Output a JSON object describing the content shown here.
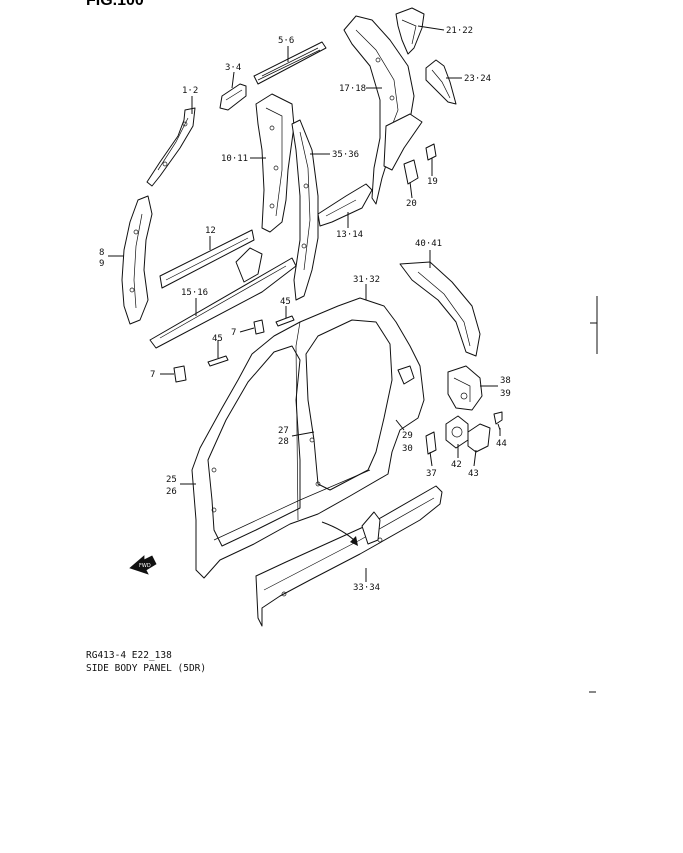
{
  "header": {
    "figure_title": "FIG.100"
  },
  "parts": [
    {
      "label": "1·2"
    },
    {
      "label": "3·4"
    },
    {
      "label": "5·6"
    },
    {
      "label": "21·22"
    },
    {
      "label": "23·24"
    },
    {
      "label": "17·18"
    },
    {
      "label": "10·11"
    },
    {
      "label": "35·36"
    },
    {
      "label": "19"
    },
    {
      "label": "20"
    },
    {
      "label": "8"
    },
    {
      "label": "9"
    },
    {
      "label": "12"
    },
    {
      "label": "13·14"
    },
    {
      "label": "40·41"
    },
    {
      "label": "15·16"
    },
    {
      "label": "45"
    },
    {
      "label": "31·32"
    },
    {
      "label": "7"
    },
    {
      "label": "45"
    },
    {
      "label": "7"
    },
    {
      "label": "38"
    },
    {
      "label": "39"
    },
    {
      "label": "27"
    },
    {
      "label": "28"
    },
    {
      "label": "29"
    },
    {
      "label": "30"
    },
    {
      "label": "44"
    },
    {
      "label": "42"
    },
    {
      "label": "43"
    },
    {
      "label": "37"
    },
    {
      "label": "25"
    },
    {
      "label": "26"
    },
    {
      "label": "33·34"
    }
  ],
  "front_arrow": {
    "icon": "front-arrow-icon",
    "text": "FWD"
  },
  "caption": {
    "code": "RG413-4 E22_138",
    "title": "SIDE BODY PANEL (5DR)"
  },
  "colors": {
    "ink": "#111111",
    "background": "#ffffff"
  }
}
